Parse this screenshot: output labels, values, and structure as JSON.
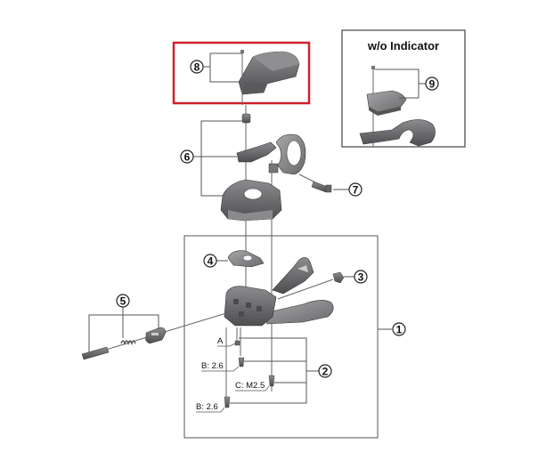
{
  "diagram": {
    "type": "exploded-parts-diagram",
    "highlight_color": "#d0202a",
    "line_color": "#555555",
    "part_color": "#6e6e70",
    "inset": {
      "title": "w/o Indicator",
      "callout": "9"
    },
    "callouts": {
      "c1": "1",
      "c2": "2",
      "c3": "3",
      "c4": "4",
      "c5": "5",
      "c6": "6",
      "c7": "7",
      "c8": "8",
      "c9": "9"
    },
    "screw_labels": {
      "a": "A",
      "b1": "B: 2.6",
      "c": "C: M2.5",
      "b2": "B: 2.6"
    }
  }
}
